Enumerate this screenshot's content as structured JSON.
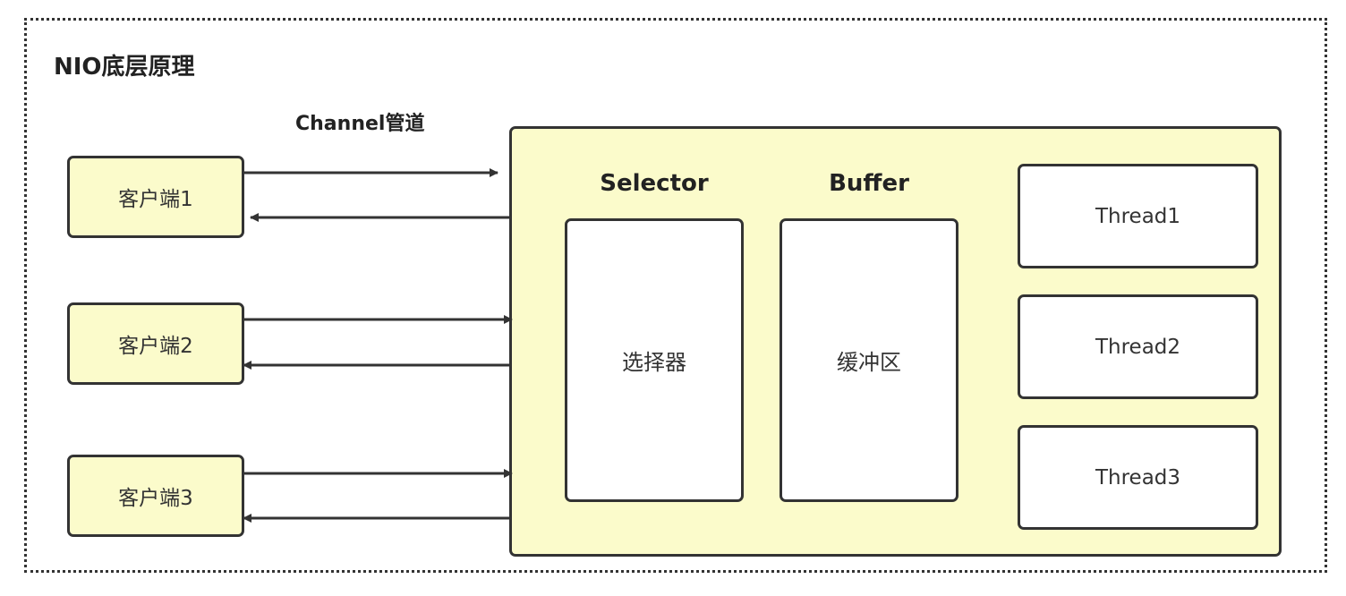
{
  "title": "NIO底层原理",
  "channel_label": "Channel管道",
  "clients": [
    {
      "label": "客户端1"
    },
    {
      "label": "客户端2"
    },
    {
      "label": "客户端3"
    }
  ],
  "components": {
    "selector": {
      "heading": "Selector",
      "label": "选择器"
    },
    "buffer": {
      "heading": "Buffer",
      "label": "缓冲区"
    }
  },
  "threads": [
    {
      "label": "Thread1"
    },
    {
      "label": "Thread2"
    },
    {
      "label": "Thread3"
    }
  ],
  "colors": {
    "fill_yellow": "#fbfbcb",
    "stroke": "#333333",
    "inner_fill": "#ffffff"
  }
}
